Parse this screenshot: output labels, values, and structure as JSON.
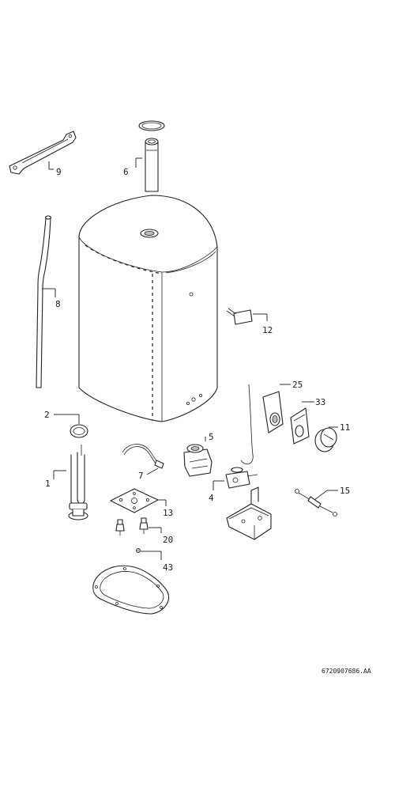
{
  "labels": {
    "p1": "1",
    "p2": "2",
    "p4": "4",
    "p5": "5",
    "p6": "6",
    "p7": "7",
    "p8": "8",
    "p9": "9",
    "p11": "11",
    "p12": "12",
    "p13": "13",
    "p15": "15",
    "p20": "20",
    "p25": "25",
    "p33": "33",
    "p43": "43"
  },
  "drawing_ref": "6720907686.AA"
}
